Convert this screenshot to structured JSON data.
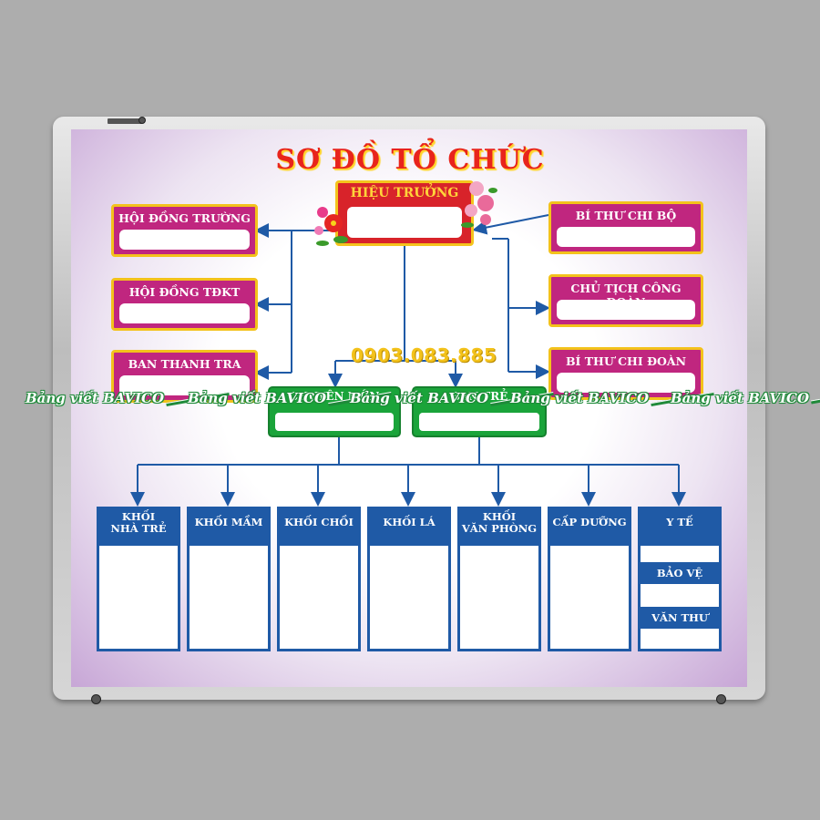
{
  "title": "SƠ ĐỒ TỔ CHỨC",
  "head": {
    "label": "HIỆU TRƯỞNG"
  },
  "left_boxes": [
    {
      "label": "HỘI ĐỒNG TRƯỜNG"
    },
    {
      "label": "HỘI ĐỒNG TĐKT"
    },
    {
      "label": "BAN THANH TRA"
    }
  ],
  "right_boxes": [
    {
      "label": "BÍ THƯ CHI BỘ"
    },
    {
      "label": "CHỦ TỊCH CÔNG ĐOÀN"
    },
    {
      "label": "BÍ THƯ CHI ĐOÀN"
    }
  ],
  "middle_boxes": [
    {
      "label": "CHUYÊN MÔN"
    },
    {
      "label": "BAN TRẺ"
    }
  ],
  "bottom_columns": [
    {
      "label": "KHỐI\nNHÀ TRẺ"
    },
    {
      "label": "KHỐI MẦM"
    },
    {
      "label": "KHỐI CHỒI"
    },
    {
      "label": "KHỐI LÁ"
    },
    {
      "label": "KHỐI\nVĂN PHÒNG"
    },
    {
      "label": "CẤP DƯỠNG"
    },
    {
      "label": "Y TẾ",
      "subs": [
        "BẢO VỆ",
        "VĂN THƯ"
      ]
    }
  ],
  "phone": "0903.083.885",
  "watermark": "Bảng viết BAVICO",
  "colors": {
    "magenta": "#c0267f",
    "gold": "#f3c21b",
    "blue": "#1f5aa6",
    "green": "#1aa43a",
    "red": "#d8232a"
  }
}
